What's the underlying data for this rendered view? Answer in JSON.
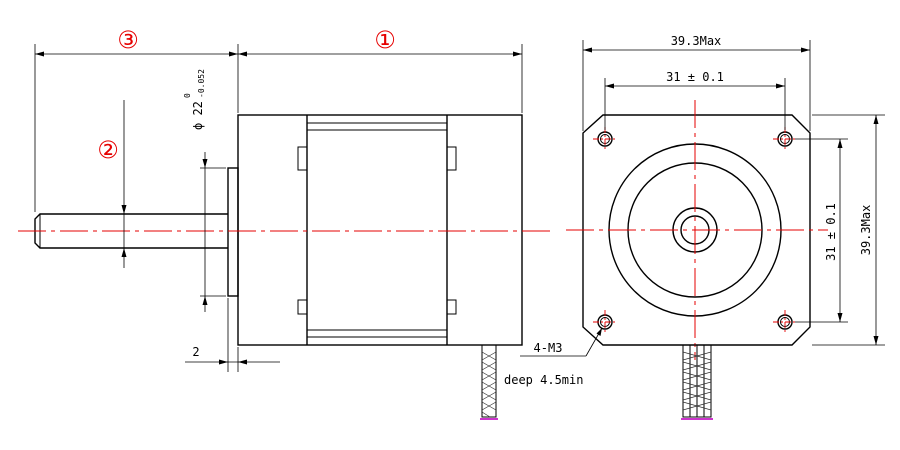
{
  "callouts": {
    "body_length": "①",
    "shaft_flat": "②",
    "shaft_length": "③"
  },
  "dimensions": {
    "flange_diameter": "ϕ 22",
    "flange_tol_upper": "0",
    "flange_tol_lower": "-0.052",
    "flange_height": "2",
    "width_max": "39.3Max",
    "height_max": "39.3Max",
    "hole_spacing_h": "31 ± 0.1",
    "hole_spacing_v": "31 ± 0.1",
    "holes": "4-M3",
    "hole_depth": "deep 4.5min"
  },
  "colors": {
    "callout": "#e60000",
    "centerline": "#e60000",
    "cable_end": "#cc33cc"
  }
}
